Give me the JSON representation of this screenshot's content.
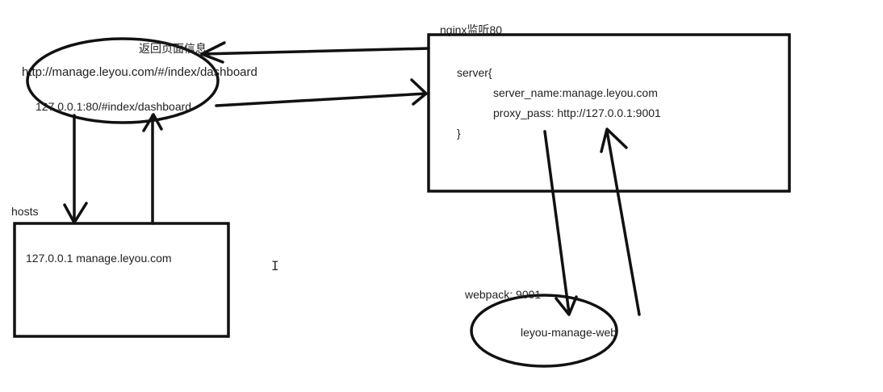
{
  "browser": {
    "return_label": "返回页面信息",
    "url_text": "http://manage.leyou.com/#/index/dashboard",
    "resolved_text": "127.0.0.1:80/#index/dashboard"
  },
  "nginx": {
    "title": "nginx监听80",
    "server_open": "server{",
    "server_name": "server_name:manage.leyou.com",
    "proxy_pass": "proxy_pass: http://127.0.0.1:9001",
    "server_close": "}"
  },
  "hosts": {
    "title": "hosts",
    "entry": "127.0.0.1 manage.leyou.com"
  },
  "webpack": {
    "title": "webpack: 9001",
    "app_name": "leyou-manage-web"
  },
  "colors": {
    "stroke": "#111111",
    "text": "#222222",
    "background": "#ffffff"
  }
}
